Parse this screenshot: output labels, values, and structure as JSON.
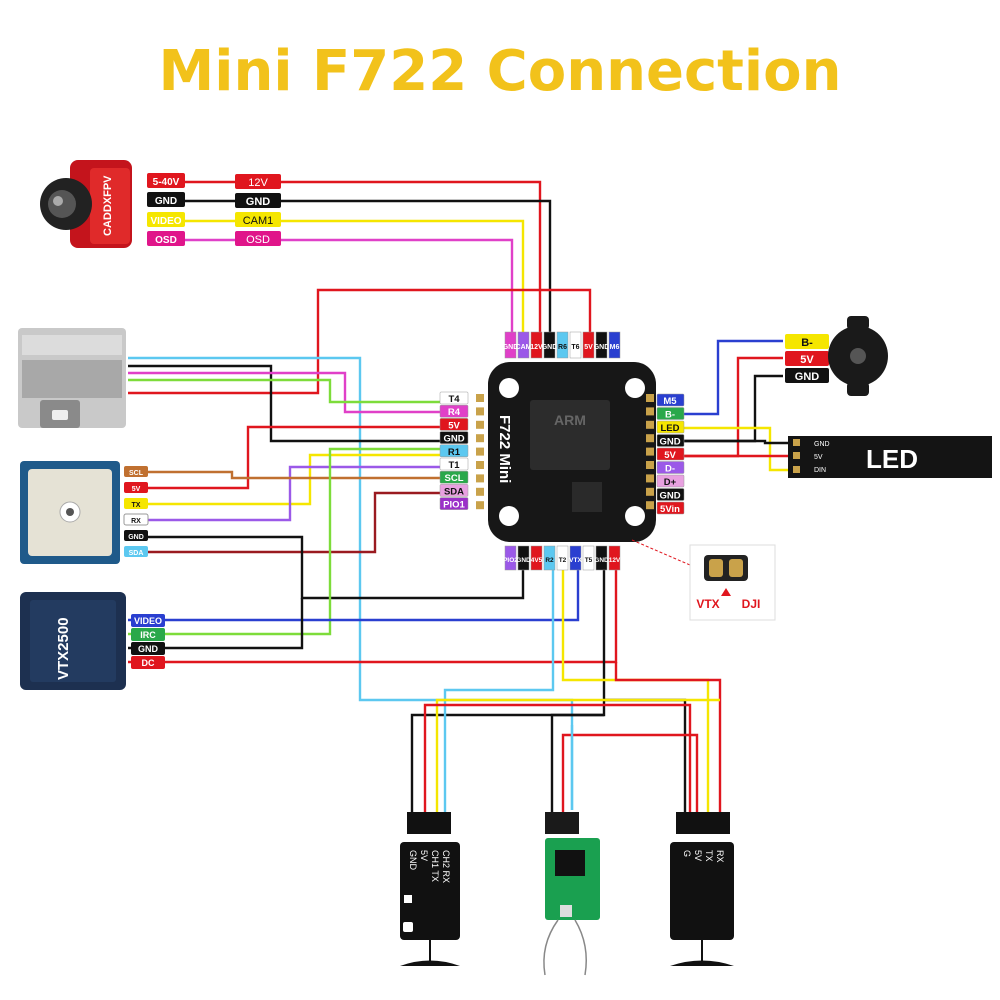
{
  "title": "Mini F722 Connection",
  "colors": {
    "title": "#f2c21b",
    "red": "#e0161e",
    "black": "#111111",
    "yellow": "#f5e600",
    "magenta": "#e040c8",
    "cyan": "#5cc8f0",
    "green": "#7ddc3a",
    "purple": "#9b59e8",
    "blue": "#2a3fd0",
    "brown": "#c07030"
  },
  "camera": {
    "brand": "CADDXFPV",
    "pins": [
      "5-40V",
      "GND",
      "VIDEO",
      "OSD"
    ],
    "fc_labels": [
      "12V",
      "GND",
      "CAM1",
      "OSD"
    ]
  },
  "fc": {
    "name": "F722 Mini",
    "left_pads": [
      "T4",
      "R4",
      "5V",
      "GND",
      "R1",
      "T1",
      "SCL",
      "SDA",
      "PIO1"
    ],
    "right_pads": [
      "M5",
      "B-",
      "LED",
      "GND",
      "5V",
      "D-",
      "D+",
      "GND",
      "5Vin"
    ],
    "top_pads": [
      "GND",
      "CAM",
      "12V",
      "GND",
      "R6",
      "T6",
      "5V",
      "GND",
      "M6"
    ],
    "bottom_pads": [
      "PIO2",
      "GND",
      "4V5",
      "R2",
      "T2",
      "VTX",
      "T5",
      "GND",
      "12V"
    ],
    "chip_brand": "ARM"
  },
  "buzzer": {
    "pins": [
      "B-",
      "5V",
      "GND"
    ]
  },
  "led_strip": {
    "label": "LED",
    "pins": [
      "GND",
      "5V",
      "DIN"
    ]
  },
  "gps": {
    "pins": [
      "SCL",
      "5V",
      "TX",
      "RX",
      "GND",
      "SDA"
    ]
  },
  "vtx": {
    "name": "VTX2500",
    "pins": [
      "VIDEO",
      "IRC",
      "GND",
      "DC"
    ]
  },
  "jumper": {
    "left": "VTX",
    "right": "DJI"
  },
  "rx_left": {
    "pins": [
      "GND",
      "5V",
      "CH1 TX",
      "CH2 RX"
    ]
  },
  "rx_right": {
    "pins": [
      "G",
      "5V",
      "TX",
      "RX"
    ]
  }
}
